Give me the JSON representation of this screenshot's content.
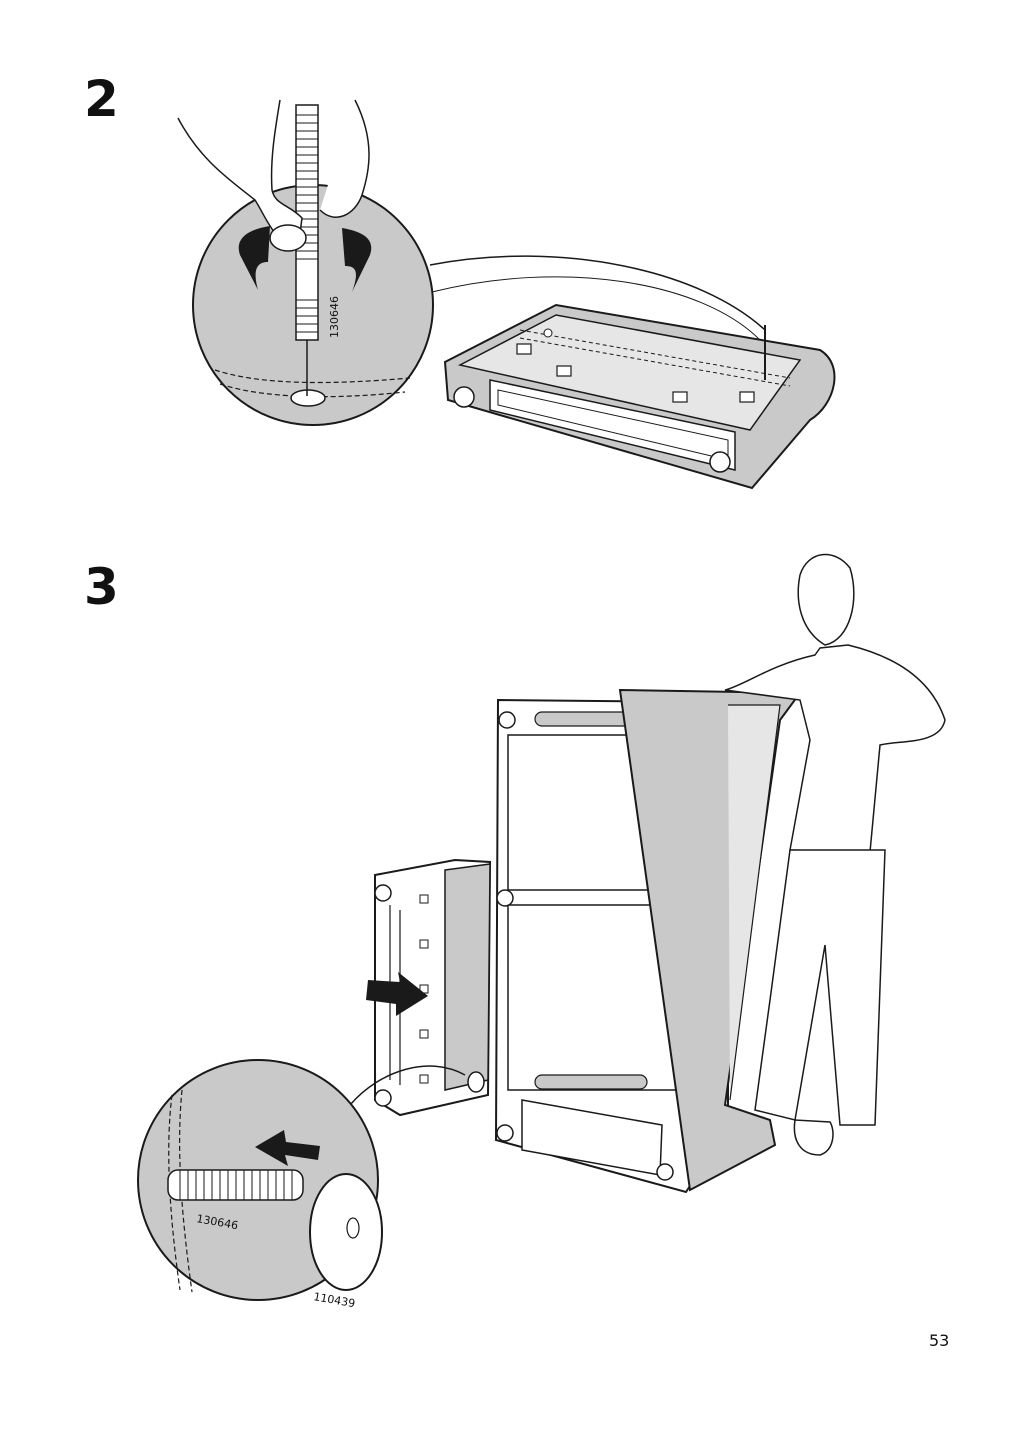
{
  "steps": [
    {
      "number": "2",
      "part_label": "130646"
    },
    {
      "number": "3",
      "part_labels": [
        "130646",
        "110439"
      ]
    }
  ],
  "page_number": "53",
  "colors": {
    "fill_gray": "#c9c9c9",
    "line": "#1a1a1a",
    "arrow": "#1a1a1a"
  }
}
